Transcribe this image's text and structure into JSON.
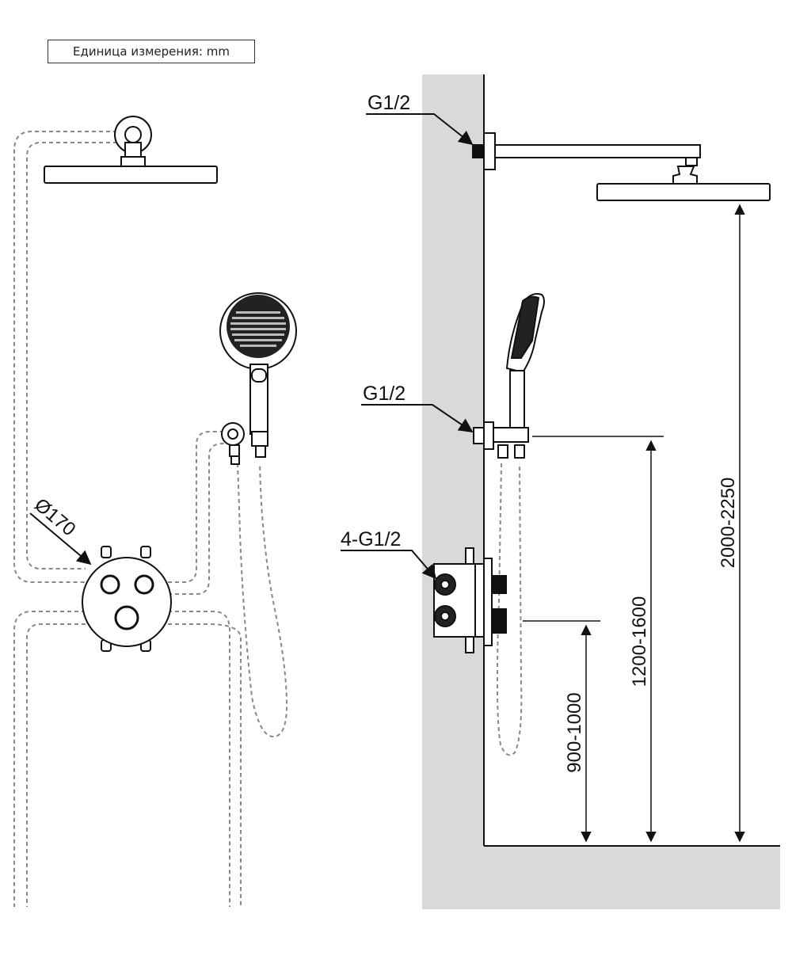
{
  "units_label": "Единица измерения: mm",
  "labels": {
    "top_connection": "G1/2",
    "handshower_connection": "G1/2",
    "valve_connections": "4-G1/2",
    "valve_diameter": "Ø170"
  },
  "dimensions": {
    "valve_height": "900-1000",
    "handshower_outlet_height": "1200-1600",
    "overhead_shower_height": "2000-2250"
  },
  "colors": {
    "line": "#111111",
    "wall": "#d9d9d9",
    "hidden_pipe": "#888888"
  }
}
